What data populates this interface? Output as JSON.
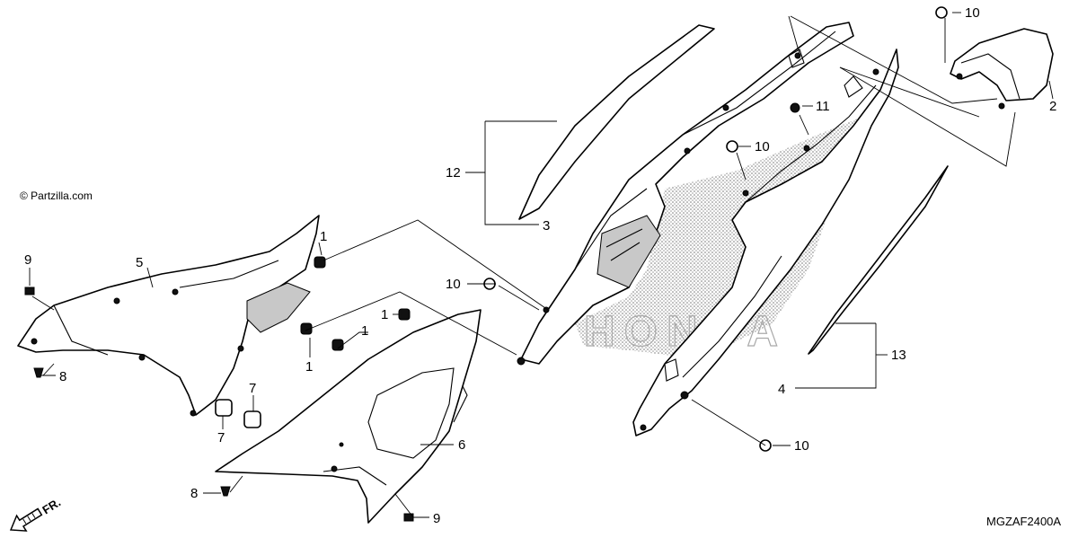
{
  "watermark": "© Partzilla.com",
  "diagram_code": "MGZAF2400A",
  "direction_label": "FR.",
  "background_logo": "HONDA",
  "callouts": {
    "c1a": "1",
    "c1b": "1",
    "c1c": "1",
    "c1d": "1",
    "c2": "2",
    "c3": "3",
    "c4": "4",
    "c5": "5",
    "c6": "6",
    "c7a": "7",
    "c7b": "7",
    "c8a": "8",
    "c8b": "8",
    "c9a": "9",
    "c9b": "9",
    "c10a": "10",
    "c10b": "10",
    "c10c": "10",
    "c10d": "10",
    "c11": "11",
    "c12": "12",
    "c13": "13"
  },
  "colors": {
    "line": "#000000",
    "background": "#ffffff",
    "shading": "#c8c8c8"
  }
}
